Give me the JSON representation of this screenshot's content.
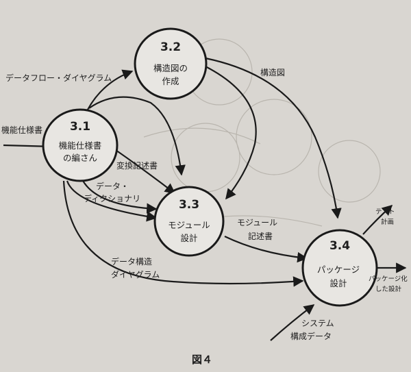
{
  "processes": [
    {
      "id": "p31",
      "number": "3.1",
      "name_lines": [
        "機能仕様書",
        "の編さん"
      ]
    },
    {
      "id": "p32",
      "number": "3.2",
      "name_lines": [
        "構造図の",
        "作成"
      ]
    },
    {
      "id": "p33",
      "number": "3.3",
      "name_lines": [
        "モジュール",
        "設計"
      ]
    },
    {
      "id": "p34",
      "number": "3.4",
      "name_lines": [
        "パッケージ",
        "設計"
      ]
    }
  ],
  "flows": {
    "spec_in": "機能仕様書",
    "dfd": "データフロー・ダイヤグラム",
    "structure_chart": "構造図",
    "transform_desc": "変換記述書",
    "dictionary_1": "データ・",
    "dictionary_2": "ディクショナリ",
    "module_desc_1": "モジュール",
    "module_desc_2": "記述書",
    "data_struct_1": "データ構造",
    "data_struct_2": "ダイヤグラム",
    "system_config_1": "システム",
    "system_config_2": "構成データ",
    "test_plan_1": "テスト",
    "test_plan_2": "計画",
    "packaged_1": "パッケージ化",
    "packaged_2": "した設計"
  },
  "caption": "図４"
}
